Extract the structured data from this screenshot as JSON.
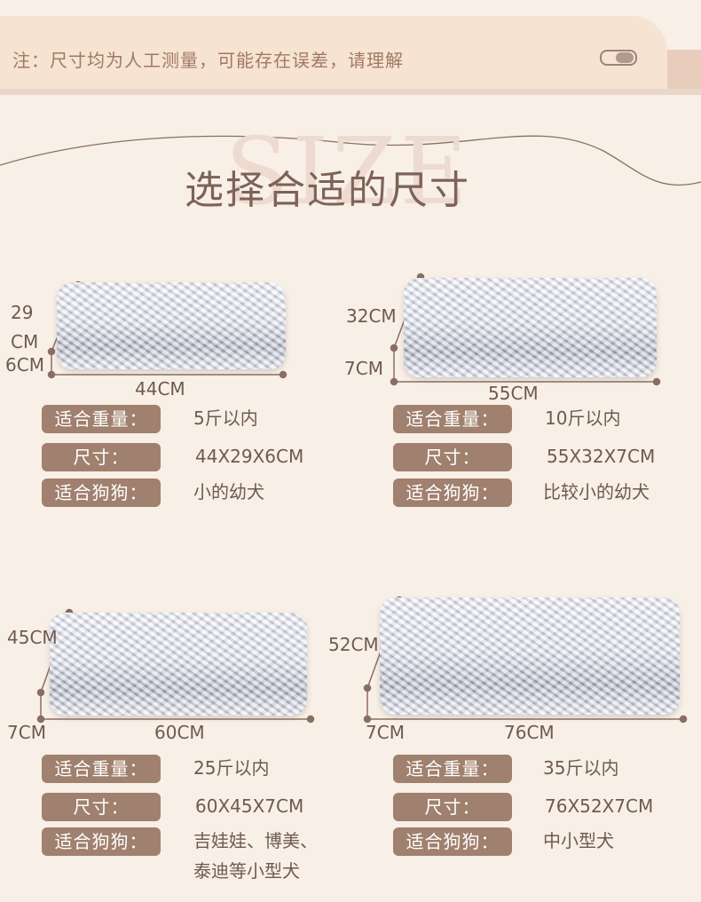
{
  "notice": "注：尺寸均为人工测量，可能存在误差，请理解",
  "watermark": "SIZE",
  "title": "选择合适的尺寸",
  "products": [
    {
      "dims": {
        "height_a": "29",
        "height_b": "CM",
        "thickness": "6CM",
        "length": "44CM"
      },
      "rows": [
        {
          "label": "适合重量：",
          "value": "5斤以内"
        },
        {
          "label": "尺寸：",
          "value": "44X29X6CM"
        },
        {
          "label": "适合狗狗：",
          "value": "小的幼犬"
        }
      ]
    },
    {
      "dims": {
        "height": "32CM",
        "thickness": "7CM",
        "length": "55CM"
      },
      "rows": [
        {
          "label": "适合重量：",
          "value": "10斤以内"
        },
        {
          "label": "尺寸：",
          "value": "55X32X7CM"
        },
        {
          "label": "适合狗狗：",
          "value": "比较小的幼犬"
        }
      ]
    },
    {
      "dims": {
        "height": "45CM",
        "thickness": "7CM",
        "length": "60CM"
      },
      "rows": [
        {
          "label": "适合重量：",
          "value": "25斤以内"
        },
        {
          "label": "尺寸：",
          "value": "60X45X7CM"
        },
        {
          "label": "适合狗狗：",
          "value": "吉娃娃、博美、",
          "value_line2": "泰迪等小型犬"
        }
      ]
    },
    {
      "dims": {
        "height": "52CM",
        "thickness": "7CM",
        "length": "76CM"
      },
      "rows": [
        {
          "label": "适合重量：",
          "value": "35斤以内"
        },
        {
          "label": "尺寸：",
          "value": "76X52X7CM"
        },
        {
          "label": "适合狗狗：",
          "value": "中小型犬"
        }
      ]
    }
  ],
  "colors": {
    "pill": "#a0806e",
    "background": "#f8efe6",
    "dimension_line": "#8a6e62"
  }
}
